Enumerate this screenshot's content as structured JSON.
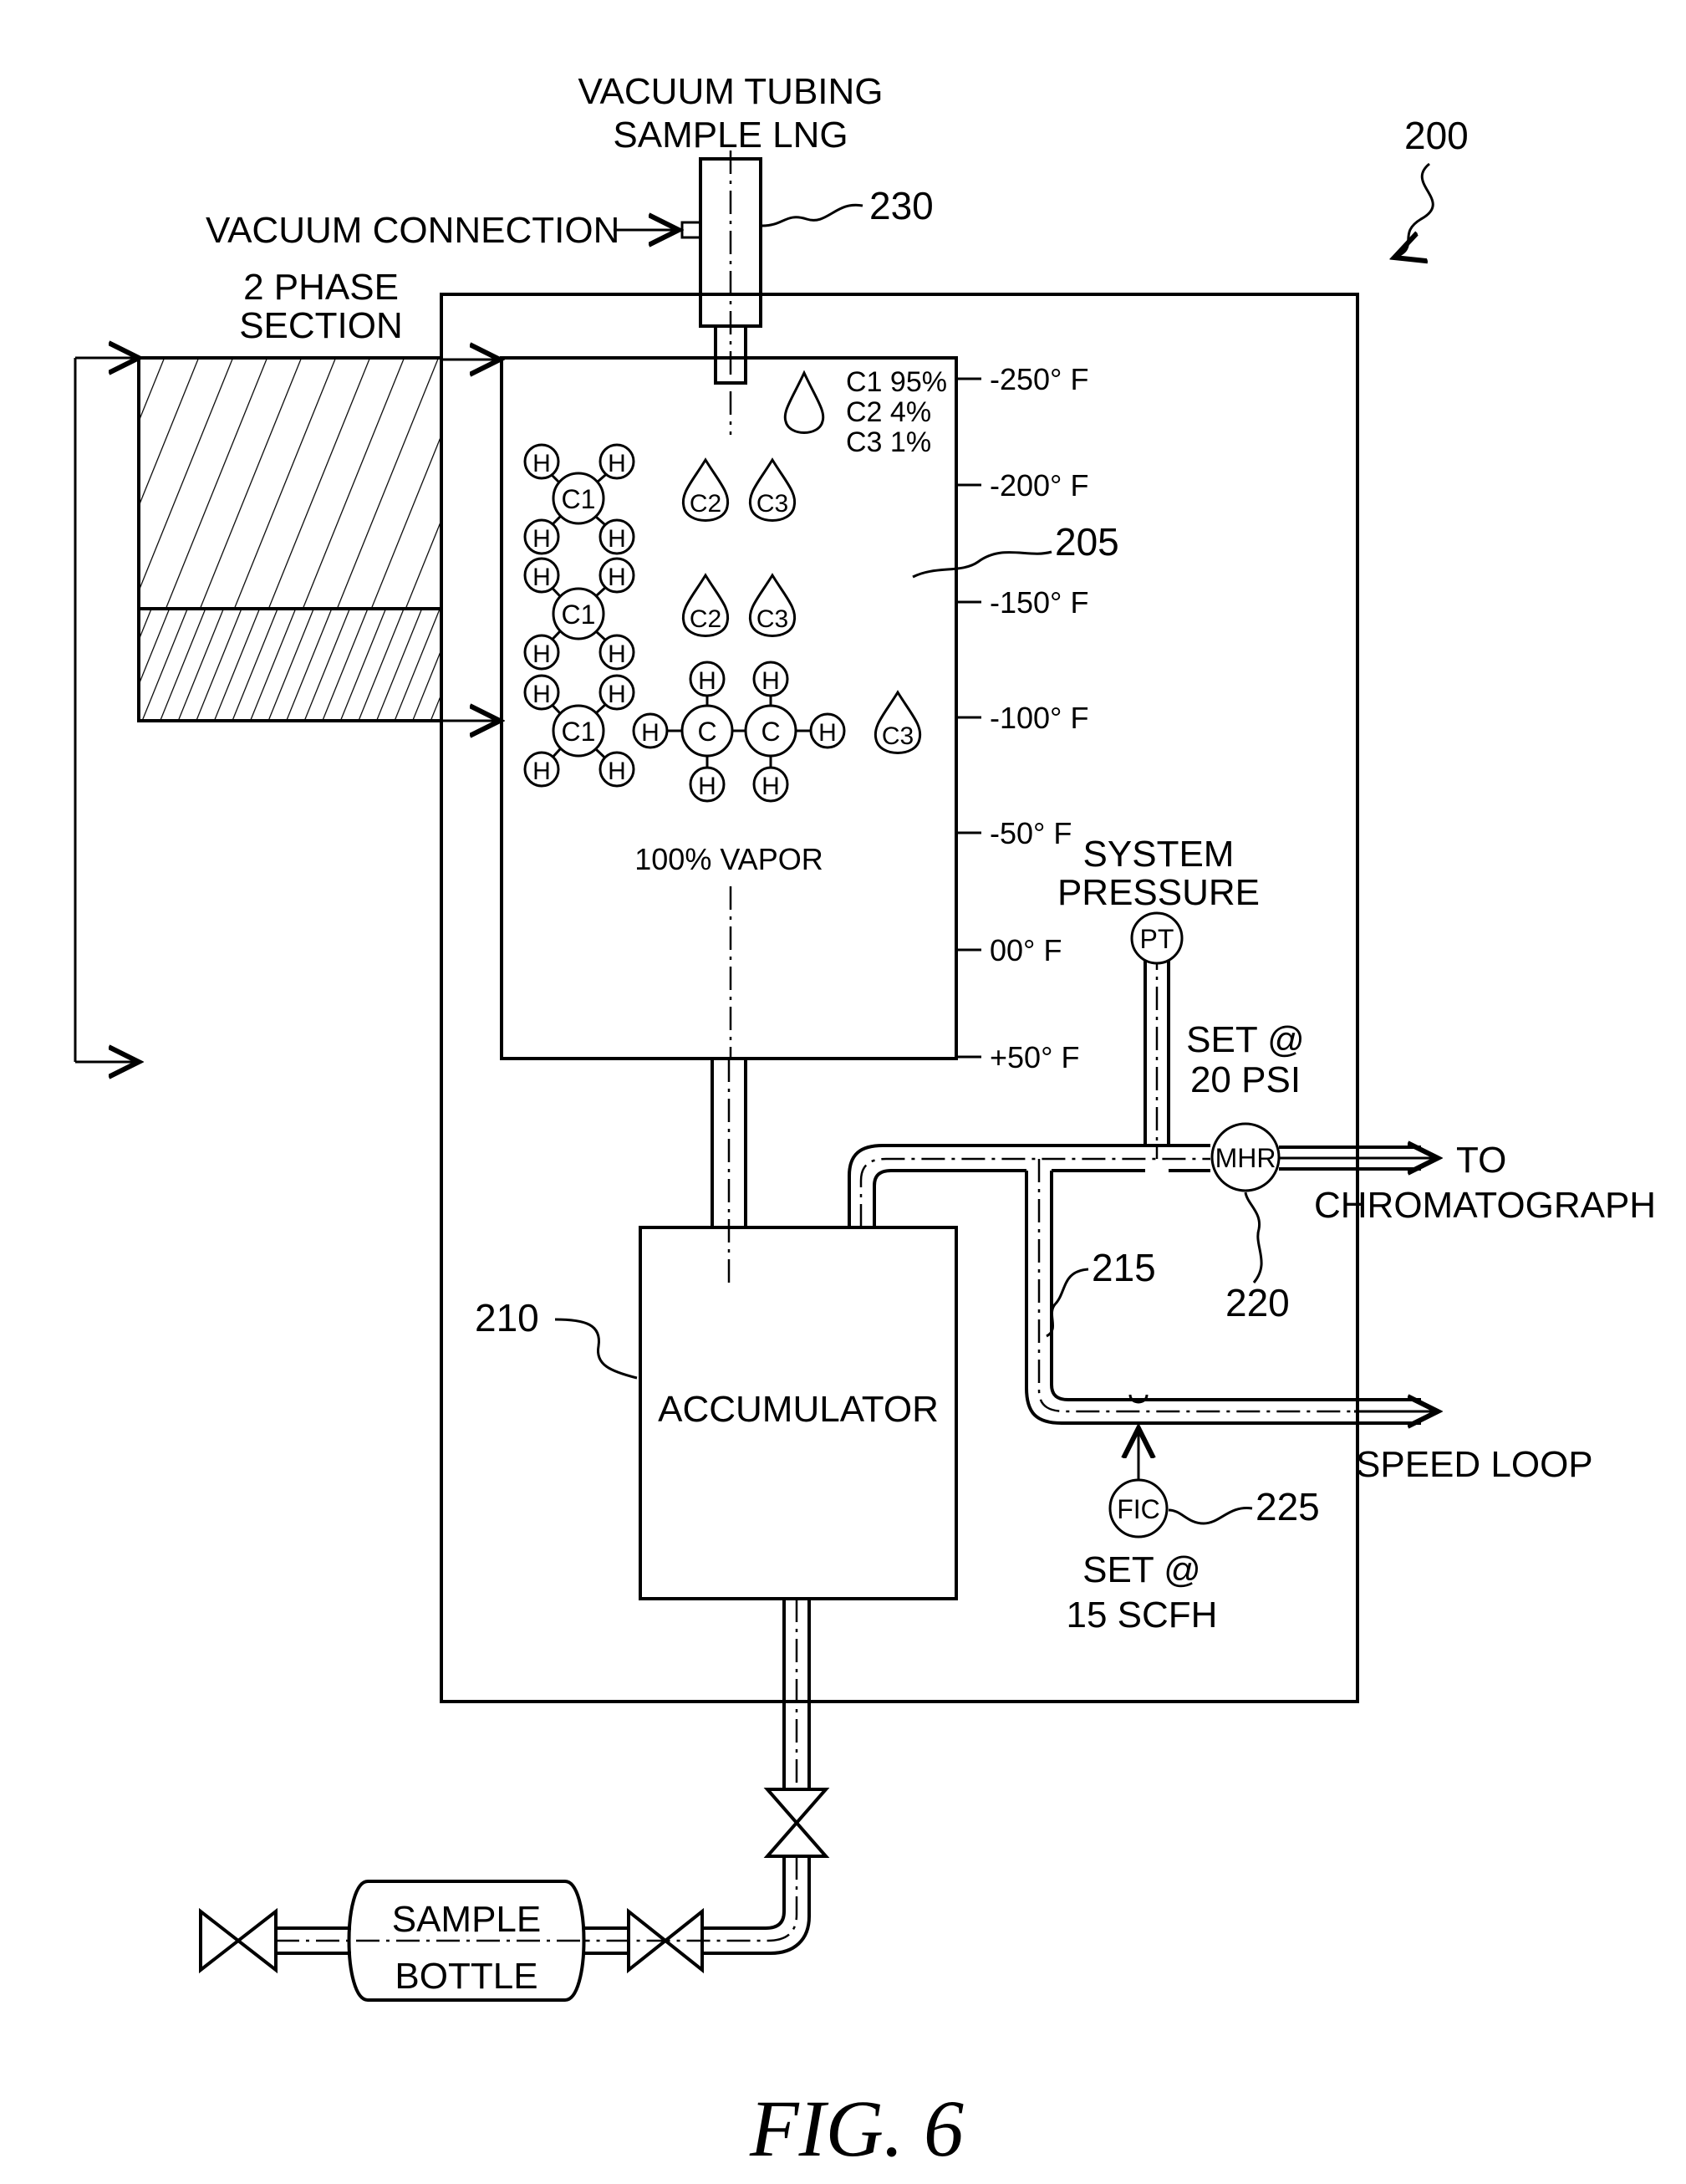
{
  "figure": {
    "caption": "FIG. 6",
    "ref_system": "200",
    "ref_vaporizer": "205",
    "ref_accumulator": "210",
    "ref_speed_loop": "215",
    "ref_regulator": "220",
    "ref_flow_controller": "225",
    "ref_vacuum_tubing": "230"
  },
  "labels": {
    "vacuum_tubing_line1": "VACUUM TUBING",
    "vacuum_tubing_line2": "SAMPLE LNG",
    "vacuum_connection": "VACUUM CONNECTION",
    "two_phase_line1": "2 PHASE",
    "two_phase_line2": "SECTION",
    "vapor": "100% VAPOR",
    "system_pressure_line1": "SYSTEM",
    "system_pressure_line2": "PRESSURE",
    "set_pressure_line1": "SET @",
    "set_pressure_line2": "20 PSI",
    "to_line1": "TO",
    "to_line2": "CHROMATOGRAPH",
    "accumulator": "ACCUMULATOR",
    "speed_loop": "SPEED LOOP",
    "set_flow_line1": "SET @",
    "set_flow_line2": "15 SCFH",
    "sample_line1": "SAMPLE",
    "sample_line2": "BOTTLE"
  },
  "instruments": {
    "pt": "PT",
    "mhr": "MHR",
    "fic": "FIC"
  },
  "composition": [
    "C1 95%",
    "C2 4%",
    "C3 1%"
  ],
  "temperature_scale": [
    "-250° F",
    "-200° F",
    "-150° F",
    "-100° F",
    "-50° F",
    "00° F",
    "+50° F"
  ],
  "molecules": {
    "c1": "C1",
    "c2": "C2",
    "c3": "C3",
    "c": "C",
    "h": "H"
  }
}
